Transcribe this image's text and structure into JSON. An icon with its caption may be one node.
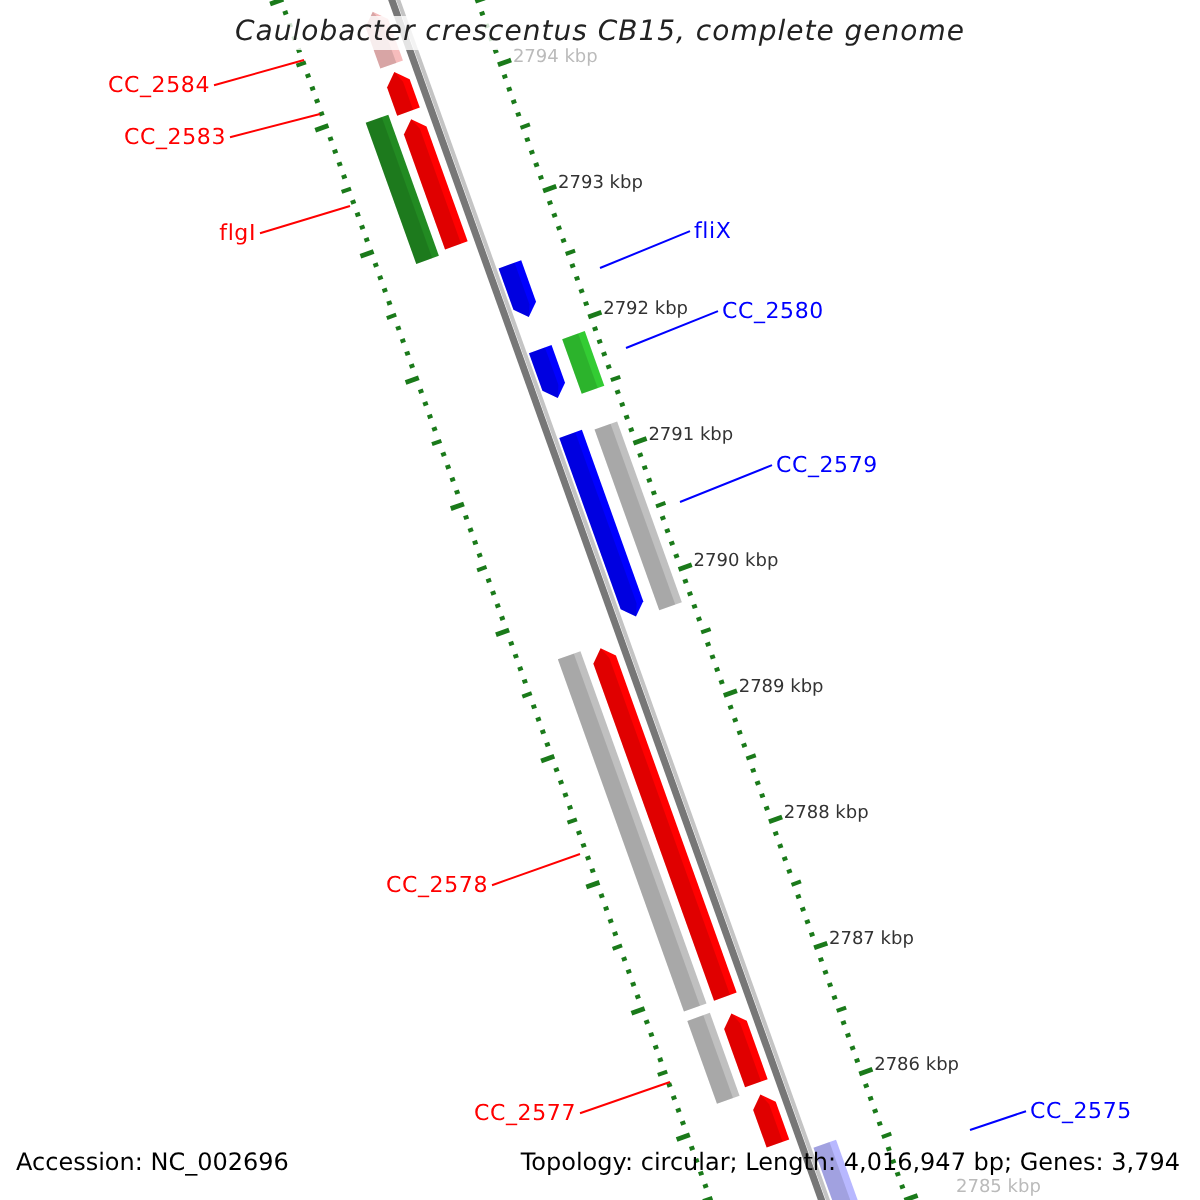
{
  "diagram": {
    "title": "Caulobacter crescentus CB15, complete genome",
    "nodes": [
      {
        "text": [
          "CC_2584"
        ]
      },
      {
        "text": [
          "CC_2583"
        ]
      },
      {
        "text": [
          "flgI"
        ]
      },
      {
        "text": [
          "fliX"
        ]
      },
      {
        "text": [
          "CC_2580"
        ]
      },
      {
        "text": [
          "CC_2579"
        ]
      },
      {
        "text": [
          "CC_2578"
        ]
      },
      {
        "text": [
          "CC_2577"
        ]
      },
      {
        "text": [
          "CC_2575"
        ]
      }
    ],
    "edges": [
      {
        "from": 0,
        "to": null,
        "arrow": "none"
      },
      {
        "from": 1,
        "to": null,
        "arrow": "none"
      },
      {
        "from": 2,
        "to": null,
        "arrow": "none"
      },
      {
        "from": 3,
        "to": null,
        "arrow": "none",
        "color": "#0000ff"
      },
      {
        "from": 4,
        "to": null,
        "arrow": "none",
        "color": "#0000ff"
      },
      {
        "from": 5,
        "to": null,
        "arrow": "none",
        "color": "#0000ff"
      },
      {
        "from": 6,
        "to": null,
        "arrow": "none"
      },
      {
        "from": 7,
        "to": null,
        "arrow": "none"
      },
      {
        "from": 8,
        "to": null,
        "arrow": "none",
        "color": "#0000ff"
      }
    ],
    "labels": [
      "2794 kbp",
      "2793 kbp",
      "2792 kbp",
      "2791 kbp",
      "2790 kbp",
      "2789 kbp",
      "2788 kbp",
      "2787 kbp",
      "2786 kbp",
      "2785 kbp",
      "Accession: NC_002696",
      "Topology: circular; Length: 4,016,947 bp; Genes: 3,794"
    ]
  }
}
